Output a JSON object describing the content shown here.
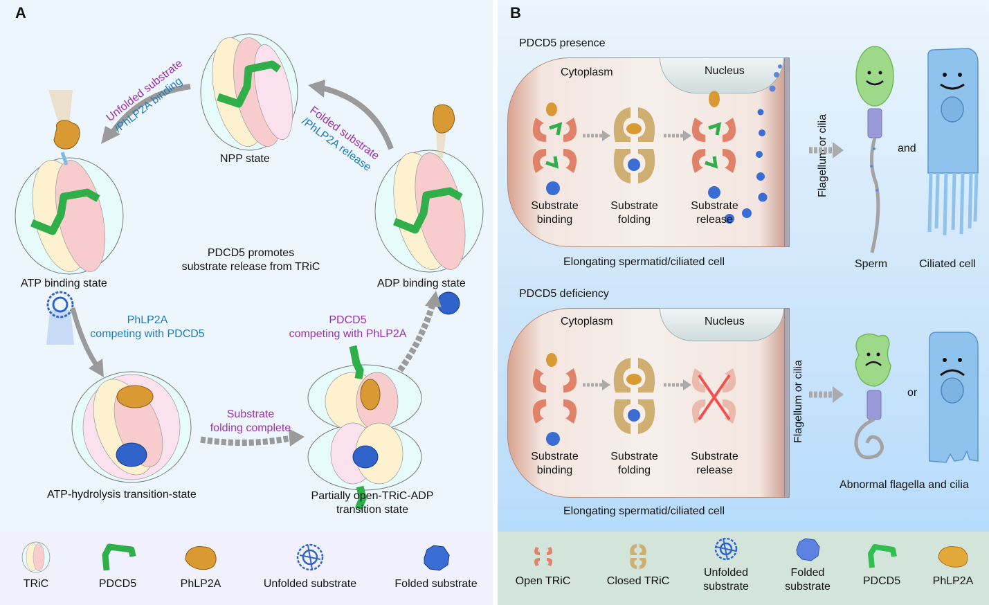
{
  "panel_a": {
    "letter": "A",
    "states": {
      "npp": "NPP state",
      "atp_binding": "ATP binding state",
      "adp_binding": "ADP binding state",
      "atp_hydrolysis": "ATP-hydrolysis transition-state",
      "partially_open_line1": "Partially open-TRiC-ADP",
      "partially_open_line2": "transition state"
    },
    "arrows": {
      "unfolded_line1": "Unfolded substrate",
      "unfolded_line2": "/PhLP2A binding",
      "folded_line1": "Folded substrate",
      "folded_line2": "/PhLP2A release",
      "phlp2a_comp_line1": "PhLP2A",
      "phlp2a_comp_line2": "competing with PDCD5",
      "pdcd5_comp_line1": "PDCD5",
      "pdcd5_comp_line2": "competing with PhLP2A",
      "folding_line1": "Substrate",
      "folding_line2": "folding complete"
    },
    "center_text_line1": "PDCD5 promotes",
    "center_text_line2": "substrate release from TRiC",
    "legend": [
      {
        "icon": "tric-icon",
        "label": "TRiC"
      },
      {
        "icon": "pdcd5-icon",
        "label": "PDCD5"
      },
      {
        "icon": "phlp2a-icon",
        "label": "PhLP2A"
      },
      {
        "icon": "unfolded-substrate-icon",
        "label": "Unfolded substrate"
      },
      {
        "icon": "folded-substrate-icon",
        "label": "Folded substrate"
      }
    ]
  },
  "panel_b": {
    "letter": "B",
    "presence": {
      "title": "PDCD5 presence",
      "cytoplasm": "Cytoplasm",
      "nucleus": "Nucleus",
      "membrane_label": "Flagellum or cilia",
      "steps": [
        {
          "line1": "Substrate",
          "line2": "binding"
        },
        {
          "line1": "Substrate",
          "line2": "folding"
        },
        {
          "line1": "Substrate",
          "line2": "release"
        }
      ],
      "cell_caption": "Elongating spermatid/ciliated cell",
      "sperm_label": "Sperm",
      "conjunction": "and",
      "ciliated_label": "Ciliated cell"
    },
    "deficiency": {
      "title": "PDCD5 deficiency",
      "cytoplasm": "Cytoplasm",
      "nucleus": "Nucleus",
      "membrane_label": "Flagellum or cilia",
      "steps": [
        {
          "line1": "Substrate",
          "line2": "binding"
        },
        {
          "line1": "Substrate",
          "line2": "folding"
        },
        {
          "line1": "Substrate",
          "line2": "release"
        }
      ],
      "cell_caption": "Elongating spermatid/ciliated cell",
      "conjunction": "or",
      "outcome": "Abnormal flagella and cilia"
    },
    "legend": [
      {
        "icon": "open-tric-icon",
        "label1": "Open TRiC",
        "label2": ""
      },
      {
        "icon": "closed-tric-icon",
        "label1": "Closed TRiC",
        "label2": ""
      },
      {
        "icon": "unfolded-substrate-icon",
        "label1": "Unfolded",
        "label2": "substrate"
      },
      {
        "icon": "folded-substrate-icon",
        "label1": "Folded",
        "label2": "substrate"
      },
      {
        "icon": "pdcd5-icon",
        "label1": "PDCD5",
        "label2": ""
      },
      {
        "icon": "phlp2a-icon",
        "label1": "PhLP2A",
        "label2": ""
      }
    ]
  },
  "colors": {
    "pdcd5": "#2fae4a",
    "phlp2a": "#d99a33",
    "substrate": "#2f63c9",
    "open_tric": "#e0826a",
    "closed_tric": "#cfae72",
    "arrow_gray": "#9a9a9a",
    "purple_text": "#9b2fae",
    "blue_text": "#1f7ab8",
    "sperm_head": "#9ed98a",
    "cilia_cell": "#8fc2ec"
  }
}
